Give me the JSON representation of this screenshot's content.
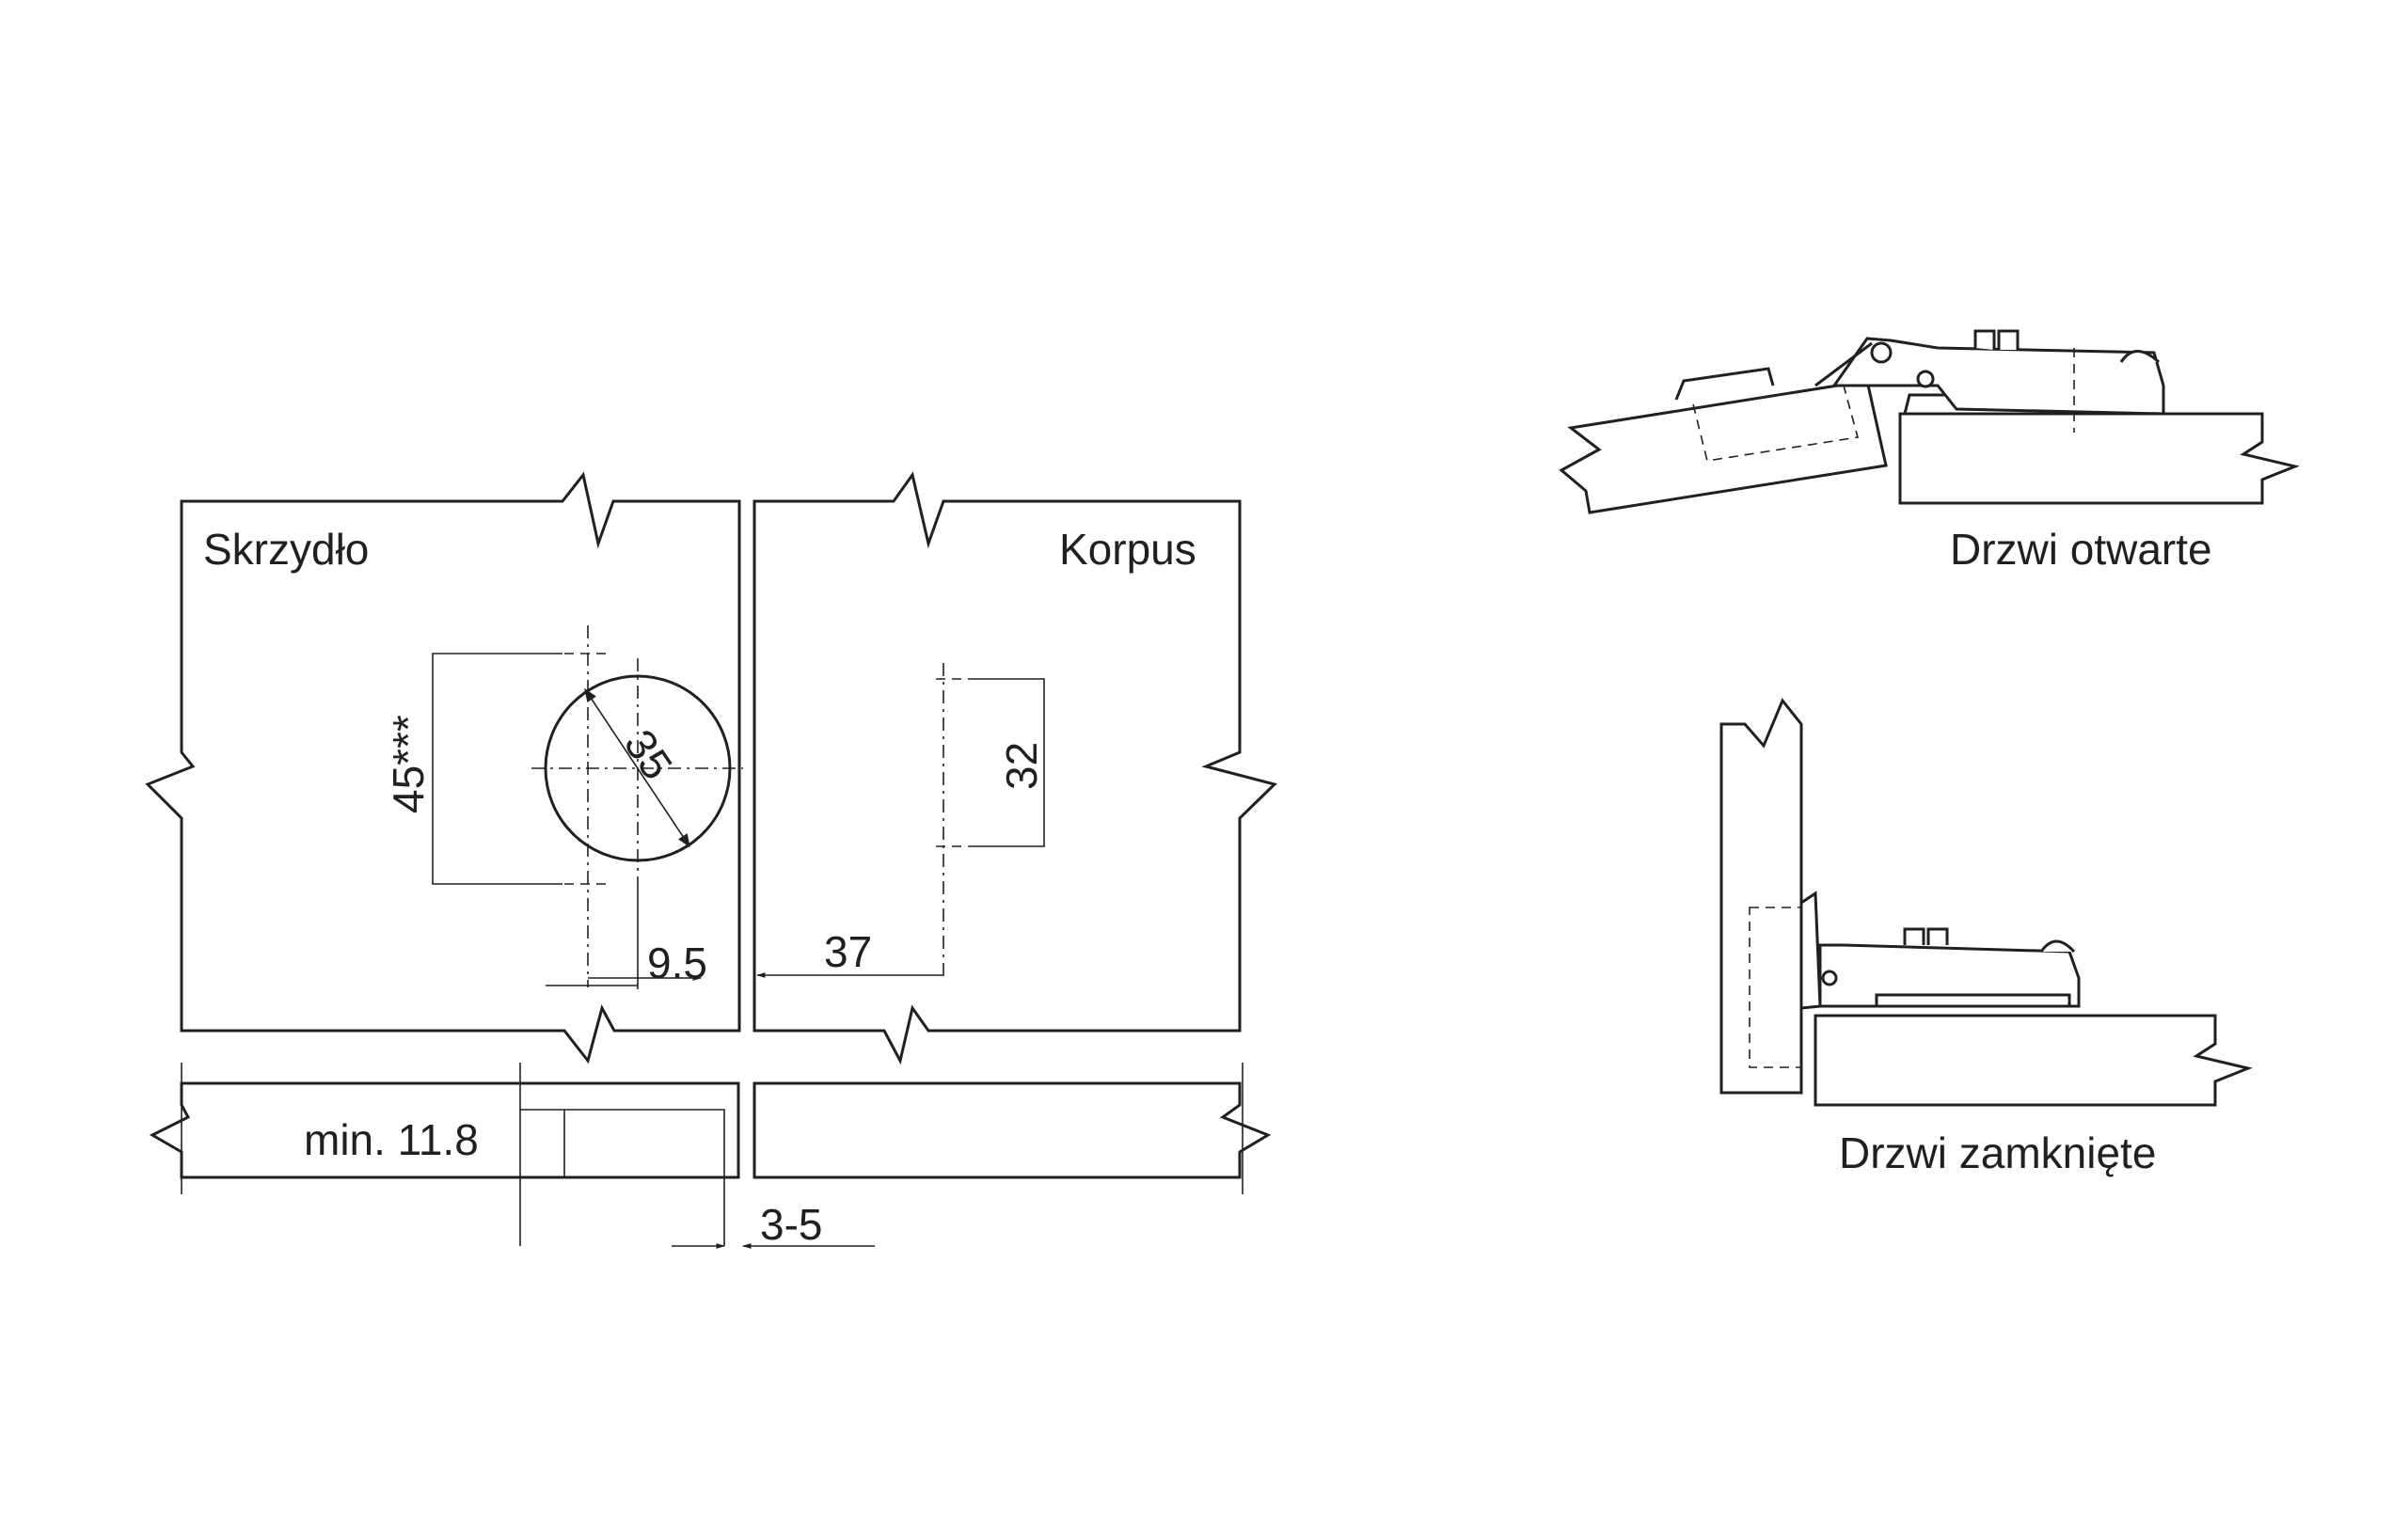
{
  "labels": {
    "wing": "Skrzydło",
    "body": "Korpus",
    "door_open": "Drzwi otwarte",
    "door_closed": "Drzwi zamknięte"
  },
  "dimensions": {
    "cup_diameter": "35",
    "hole_spacing_wing": "45***",
    "edge_distance": "9.5",
    "plate_spacing": "32",
    "plate_edge": "37",
    "min_thickness": "min. 11.8",
    "drill_gap": "3-5"
  }
}
